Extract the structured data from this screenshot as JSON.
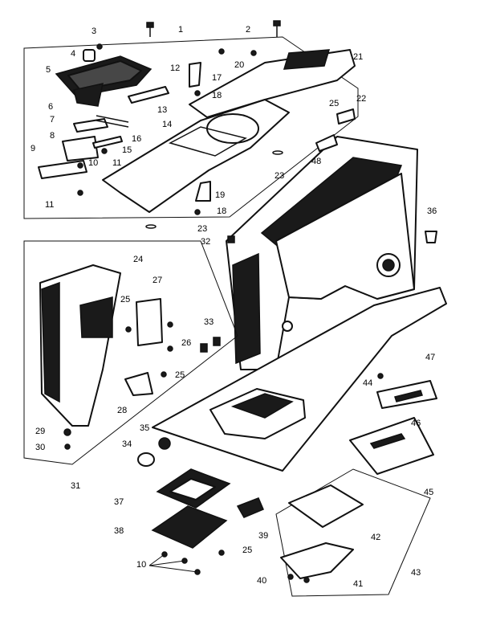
{
  "callouts": [
    {
      "id": "c1",
      "text": "1"
    },
    {
      "id": "c2",
      "text": "2"
    },
    {
      "id": "c3",
      "text": "3"
    },
    {
      "id": "c4",
      "text": "4"
    },
    {
      "id": "c5",
      "text": "5"
    },
    {
      "id": "c6",
      "text": "6"
    },
    {
      "id": "c7",
      "text": "7"
    },
    {
      "id": "c8",
      "text": "8"
    },
    {
      "id": "c9",
      "text": "9"
    },
    {
      "id": "c10a",
      "text": "10"
    },
    {
      "id": "c11a",
      "text": "11"
    },
    {
      "id": "c11b",
      "text": "11"
    },
    {
      "id": "c12",
      "text": "12"
    },
    {
      "id": "c13",
      "text": "13"
    },
    {
      "id": "c14",
      "text": "14"
    },
    {
      "id": "c15",
      "text": "15"
    },
    {
      "id": "c16",
      "text": "16"
    },
    {
      "id": "c17",
      "text": "17"
    },
    {
      "id": "c18a",
      "text": "18"
    },
    {
      "id": "c18b",
      "text": "18"
    },
    {
      "id": "c19",
      "text": "19"
    },
    {
      "id": "c20",
      "text": "20"
    },
    {
      "id": "c21",
      "text": "21"
    },
    {
      "id": "c22",
      "text": "22"
    },
    {
      "id": "c23a",
      "text": "23"
    },
    {
      "id": "c23b",
      "text": "23"
    },
    {
      "id": "c24",
      "text": "24"
    },
    {
      "id": "c25a",
      "text": "25"
    },
    {
      "id": "c25b",
      "text": "25"
    },
    {
      "id": "c25c",
      "text": "25"
    },
    {
      "id": "c25d",
      "text": "25"
    },
    {
      "id": "c26",
      "text": "26"
    },
    {
      "id": "c27",
      "text": "27"
    },
    {
      "id": "c28",
      "text": "28"
    },
    {
      "id": "c29",
      "text": "29"
    },
    {
      "id": "c30",
      "text": "30"
    },
    {
      "id": "c31",
      "text": "31"
    },
    {
      "id": "c32",
      "text": "32"
    },
    {
      "id": "c33",
      "text": "33"
    },
    {
      "id": "c34",
      "text": "34"
    },
    {
      "id": "c35",
      "text": "35"
    },
    {
      "id": "c36",
      "text": "36"
    },
    {
      "id": "c37",
      "text": "37"
    },
    {
      "id": "c38",
      "text": "38"
    },
    {
      "id": "c39",
      "text": "39"
    },
    {
      "id": "c40",
      "text": "40"
    },
    {
      "id": "c41",
      "text": "41"
    },
    {
      "id": "c42",
      "text": "42"
    },
    {
      "id": "c43",
      "text": "43"
    },
    {
      "id": "c44",
      "text": "44"
    },
    {
      "id": "c45",
      "text": "45"
    },
    {
      "id": "c46",
      "text": "46"
    },
    {
      "id": "c47",
      "text": "47"
    },
    {
      "id": "c48",
      "text": "48"
    },
    {
      "id": "c10b",
      "text": "10"
    }
  ]
}
